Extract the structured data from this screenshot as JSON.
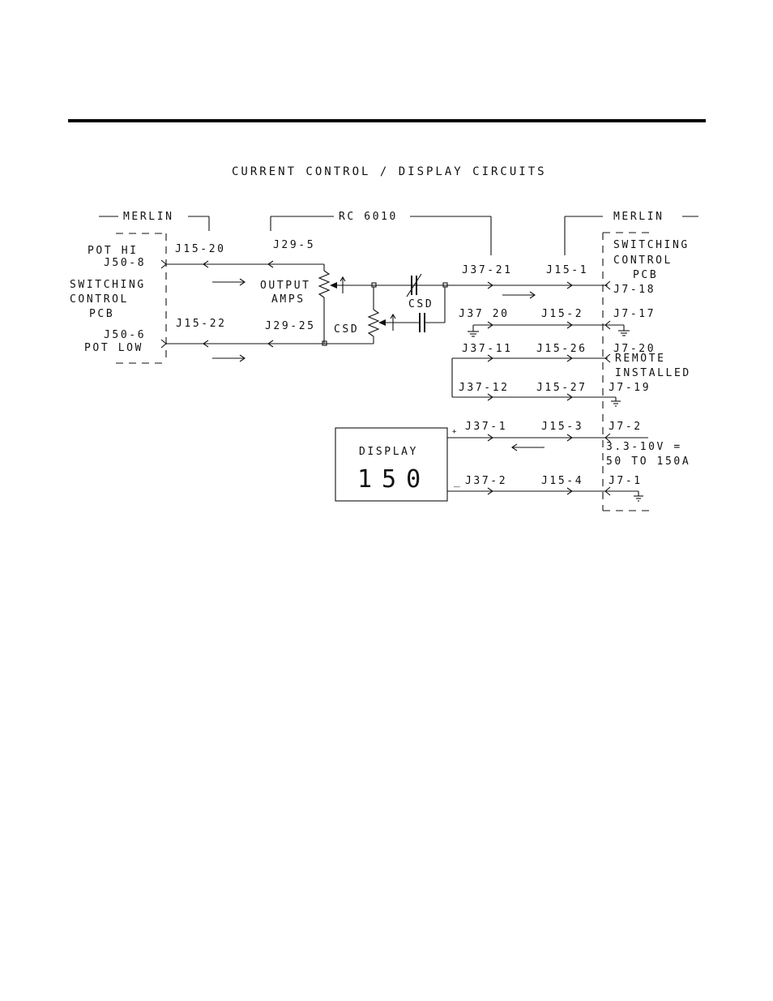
{
  "diagram": {
    "title": "CURRENT CONTROL / DISPLAY CIRCUITS",
    "groups": {
      "merlin_left": "MERLIN",
      "rc": "RC 6010",
      "merlin_right": "MERLIN"
    },
    "left_board": {
      "pot_hi": "POT HI",
      "j50_8": "J50-8",
      "switching": "SWITCHING",
      "control": "CONTROL",
      "pcb": "PCB",
      "j50_6": "J50-6",
      "pot_low": "POT LOW"
    },
    "right_board": {
      "switching": "SWITCHING",
      "control": "CONTROL",
      "pcb": "PCB",
      "remote": "REMOTE",
      "installed": "INSTALLED",
      "volt_range": "3.3-10V =",
      "amp_range": "50 TO 150A"
    },
    "components": {
      "output": "OUTPUT",
      "amps": "AMPS",
      "csd_pot": "CSD",
      "csd_cap": "CSD"
    },
    "display": {
      "label": "DISPLAY",
      "value": "150",
      "plus": "+",
      "minus": "_"
    },
    "connectors": {
      "j15_20": "J15-20",
      "j29_5": "J29-5",
      "j15_22": "J15-22",
      "j29_25": "J29-25",
      "j37_21": "J37-21",
      "j15_1": "J15-1",
      "j7_18": "J7-18",
      "j37_20": "J37 20",
      "j15_2": "J15-2",
      "j7_17": "J7-17",
      "j37_11": "J37-11",
      "j15_26": "J15-26",
      "j7_20": "J7-20",
      "j37_12": "J37-12",
      "j15_27": "J15-27",
      "j7_19": "J7-19",
      "j37_1": "J37-1",
      "j15_3": "J15-3",
      "j7_2": "J7-2",
      "j37_2": "J37-2",
      "j15_4": "J15-4",
      "j7_1": "J7-1"
    }
  }
}
